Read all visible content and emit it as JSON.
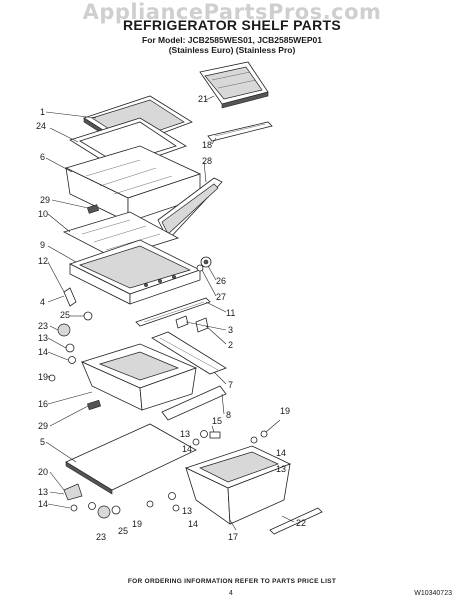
{
  "watermark": "AppliancePartsPros.com",
  "title": "REFRIGERATOR SHELF PARTS",
  "subtitle_line1": "For Model: JCB2585WES01, JCB2585WEP01",
  "subtitle_line2": "(Stainless Euro)   (Stainless Pro)",
  "footer": "FOR ORDERING INFORMATION REFER TO PARTS PRICE LIST",
  "page_number": "4",
  "document_number": "W10340723",
  "callouts": {
    "c1": "1",
    "c24": "24",
    "c6": "6",
    "c29a": "29",
    "c10": "10",
    "c9": "9",
    "c12": "12",
    "c4": "4",
    "c25a": "25",
    "c23a": "23",
    "c13a": "13",
    "c14a": "14",
    "c19a": "19",
    "c16": "16",
    "c29b": "29",
    "c5": "5",
    "c20": "20",
    "c13b": "13",
    "c14b": "14",
    "c23b": "23",
    "c25b": "25",
    "c21": "21",
    "c18": "18",
    "c28": "28",
    "c26": "26",
    "c27": "27",
    "c11": "11",
    "c3": "3",
    "c2": "2",
    "c7": "7",
    "c8": "8",
    "c19b": "19",
    "c15": "15",
    "c13c": "13",
    "c14c": "14",
    "c14d": "14",
    "c13d": "13",
    "c19c": "19",
    "c13e": "13",
    "c14e": "14",
    "c17": "17",
    "c22": "22"
  }
}
